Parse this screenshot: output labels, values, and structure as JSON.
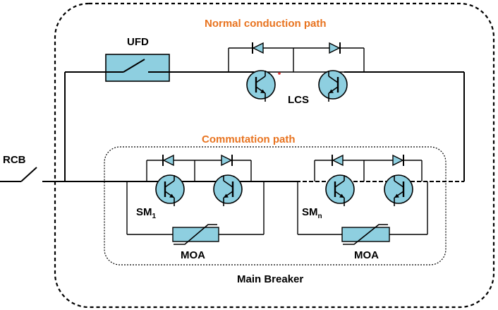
{
  "labels": {
    "normal_path": "Normal conduction path",
    "commutation_path": "Commutation path",
    "ufd": "UFD",
    "lcs": "LCS",
    "rcb": "RCB",
    "sm1_base": "SM",
    "sm1_sub": "1",
    "smn_base": "SM",
    "smn_sub": "n",
    "moa_left": "MOA",
    "moa_right": "MOA",
    "main_breaker": "Main Breaker"
  },
  "colors": {
    "accent_text": "#e8731f",
    "component_fill": "#8ecfe0",
    "wire": "#000000",
    "junction": "#e03030"
  }
}
